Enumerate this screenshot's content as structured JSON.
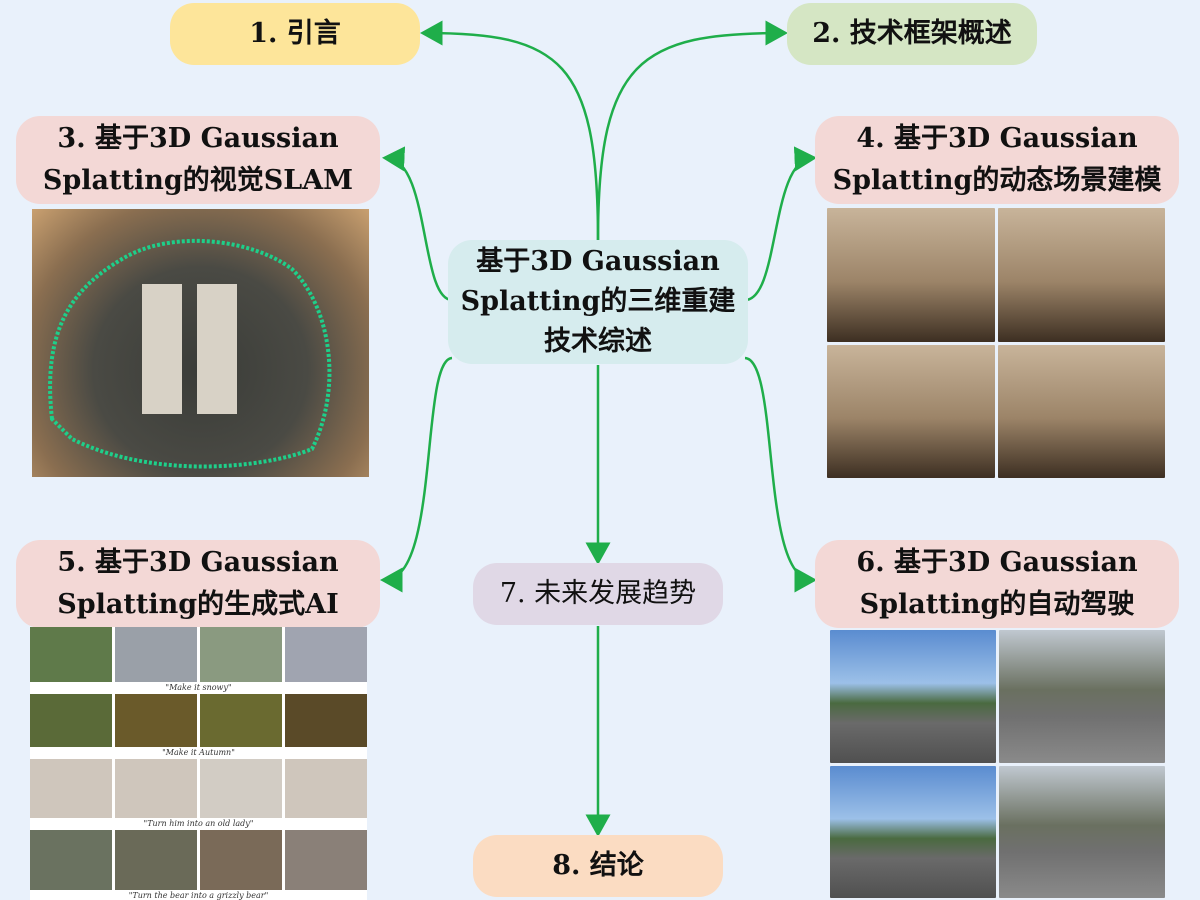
{
  "center": {
    "line1": "基于3D Gaussian",
    "line2": "Splatting的三维重建",
    "line3": "技术综述"
  },
  "nodes": {
    "n1": "1. 引言",
    "n2": "2. 技术框架概述",
    "n3a": "3. 基于3D Gaussian",
    "n3b": "Splatting的视觉SLAM",
    "n4a": "4. 基于3D Gaussian",
    "n4b": "Splatting的动态场景建模",
    "n5a": "5. 基于3D Gaussian",
    "n5b": "Splatting的生成式AI",
    "n6a": "6. 基于3D Gaussian",
    "n6b": "Splatting的自动驾驶",
    "n7": "7. 未来发展趋势",
    "n8": "8. 结论"
  },
  "gen_ai_captions": [
    "\"Make it snowy\"",
    "\"Make it Autumn\"",
    "\"Turn him into an old lady\"",
    "\"Turn the bear into a grizzly bear\""
  ],
  "colors": {
    "arrow": "#1fae4a",
    "yellow": "#fde59a",
    "green": "#d5e6c4",
    "pink": "#f3d8d6",
    "center": "#d6ecee",
    "purple": "#e0d8e6",
    "peach": "#fbdcc2"
  }
}
